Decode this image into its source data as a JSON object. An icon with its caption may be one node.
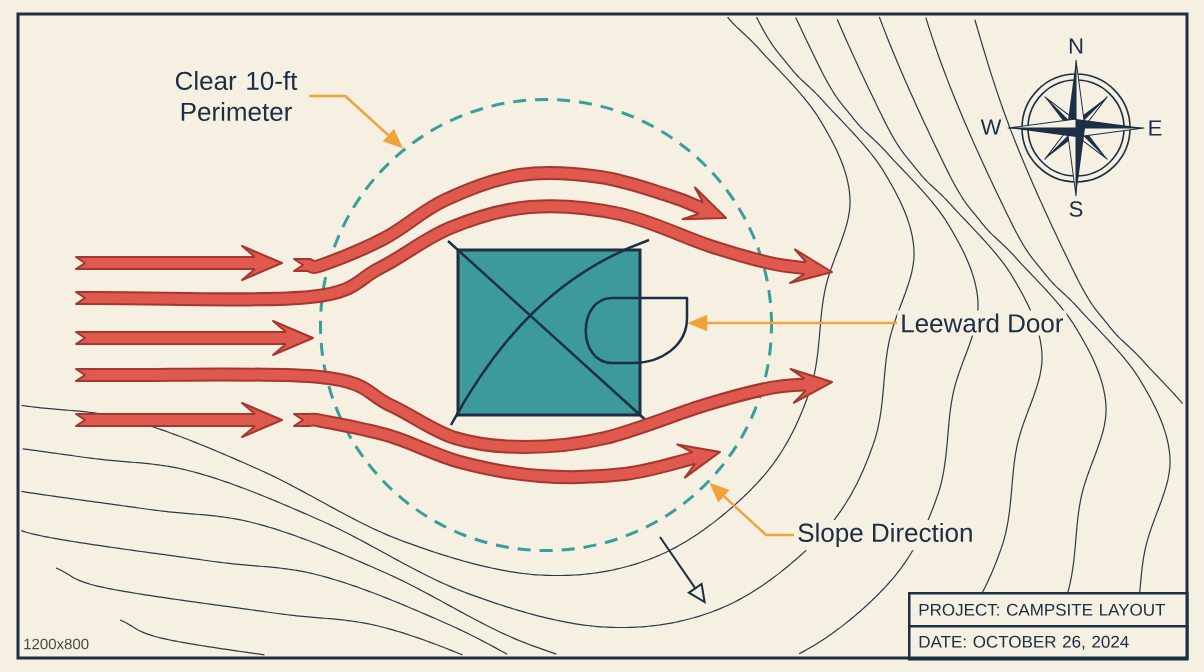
{
  "diagram": {
    "nodes": [
      {
        "text": [
          "Clear 10-ft Perimeter"
        ]
      },
      {
        "text": [],
        "shape": "circle"
      },
      {
        "text": [],
        "shape": "semicircle",
        "in": 1
      },
      {
        "text": [
          "Leeward Door"
        ]
      },
      {
        "text": [
          "Slope Direction"
        ]
      }
    ],
    "edges": [
      {
        "from": 0,
        "to": 1,
        "arrow": "to"
      },
      {
        "from": 3,
        "to": 2,
        "arrow": "to"
      },
      {
        "from": 4,
        "to": 1,
        "arrow": "to"
      }
    ],
    "labels": [
      "N",
      "W",
      "E",
      "S",
      "PROJECT: CAMPSITE LAYOUT",
      "DATE: OCTOBER 26, 2024",
      "1200x800"
    ]
  }
}
